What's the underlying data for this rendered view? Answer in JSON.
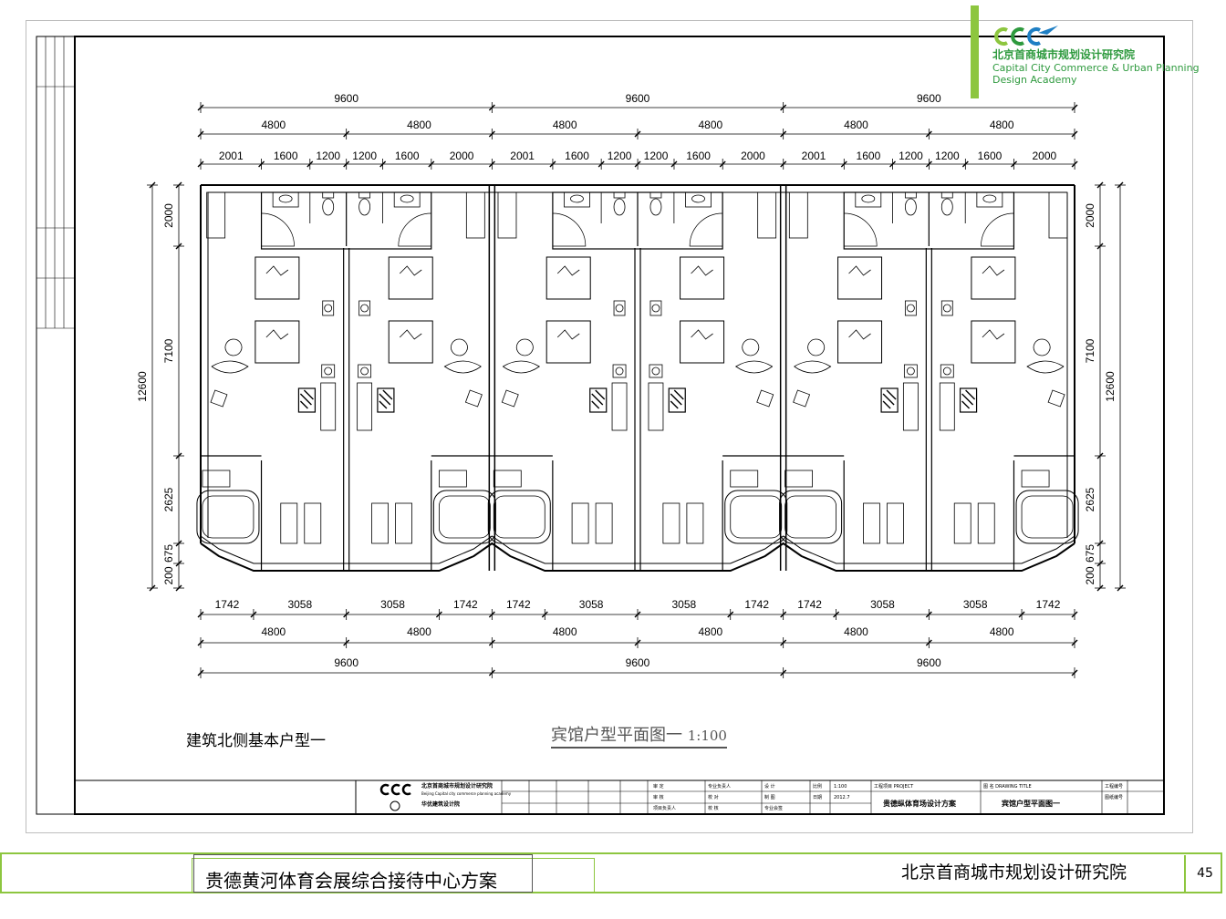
{
  "logo": {
    "mark": "CCC",
    "name_cn": "北京首商城市规划设计研究院",
    "name_en_line1": "Capital City Commerce & Urban Planning",
    "name_en_line2": "Design Academy",
    "accent_color": "#8dc63f",
    "text_color": "#2e9a3e"
  },
  "plan": {
    "top_dims_l1": [
      "9600",
      "9600",
      "9600"
    ],
    "top_dims_l2": [
      "4800",
      "4800",
      "4800",
      "4800",
      "4800",
      "4800"
    ],
    "top_dims_l3": [
      "2001",
      "1600",
      "1200",
      "1200",
      "1600",
      "2000",
      "2001",
      "1600",
      "1200",
      "1200",
      "1600",
      "2000",
      "2001",
      "1600",
      "1200",
      "1200",
      "1600",
      "2000"
    ],
    "bottom_dims_l1": [
      "1742",
      "3058",
      "3058",
      "1742",
      "1742",
      "3058",
      "3058",
      "1742",
      "1742",
      "3058",
      "3058",
      "1742"
    ],
    "bottom_dims_l2": [
      "4800",
      "4800",
      "4800",
      "4800",
      "4800",
      "4800"
    ],
    "bottom_dims_l3": [
      "9600",
      "9600",
      "9600"
    ],
    "left_dims_inner": [
      "2000",
      "7100",
      "2625",
      "675",
      "200"
    ],
    "left_dim_total": "12600",
    "right_dims_inner": [
      "2000",
      "7100",
      "2625",
      "675",
      "200"
    ],
    "right_dim_total": "12600"
  },
  "sub_label": "建筑北侧基本户型一",
  "drawing_title": {
    "text": "宾馆户型平面图一",
    "scale": "1:100"
  },
  "title_block": {
    "institute_cn": "北京首商城市规划设计研究院",
    "institute_en": "Beijing Capital city commerce planning academy",
    "partner_cn": "华优建筑设计院",
    "cells": [
      "审 定",
      "专业负责人",
      "设 计",
      "比例",
      "1:100",
      "工程项目 PROJECT",
      "图 名 DRAWING TITLE",
      "工程编号",
      "审 核",
      "校 对",
      "制 图",
      "日期",
      "2012.7",
      "贵德纵体育场设计方案",
      "宾馆户型平面图一",
      "图纸编号",
      "项目负责人",
      "校 核",
      "专业会签"
    ]
  },
  "footer": {
    "project": "贵德黄河体育会展综合接待中心方案",
    "org": "北京首商城市规划设计研究院",
    "page": "45"
  }
}
